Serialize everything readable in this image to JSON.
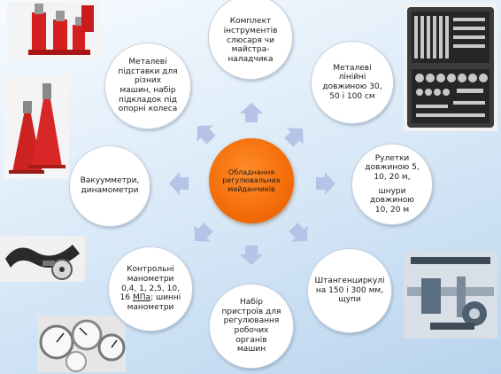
{
  "center": {
    "label": "Обладнання регулювальних майданчиків",
    "color": "#f36d0a"
  },
  "arrow_color": "#b4c3e6",
  "nodes": [
    {
      "id": "top",
      "label": "Комплект інструментів слюсаря чи майстра-наладчика"
    },
    {
      "id": "top-right",
      "label": "Металеві лінійні довжиною 30, 50 і 100 см"
    },
    {
      "id": "right",
      "label_line1": "Рулетки довжиною 5, 10, 20 м,",
      "label_line2": "шнури довжиною 10, 20 м"
    },
    {
      "id": "bottom-right",
      "label": "Штангенциркулі на 150 і 300 мм, щупи"
    },
    {
      "id": "bottom",
      "label": "Набір пристроїв для регулювання робочих органів машин"
    },
    {
      "id": "bottom-left",
      "label_main": "Контрольні манометри 0,4, 1, 2,5, 10, 16",
      "label_unit": "МПа",
      "label_tail": "; шинні манометри"
    },
    {
      "id": "left",
      "label": "Вакуумметри, динамометри"
    },
    {
      "id": "top-left",
      "label": "Металеві підставки для різних машин, набір підкладок під опорні колеса"
    }
  ],
  "photos": [
    {
      "name": "hydraulic-jacks-photo",
      "color": "#d62020"
    },
    {
      "name": "toolbox-photo",
      "color": "#4a4a4a"
    },
    {
      "name": "jack-stands-photo",
      "color": "#cc2222"
    },
    {
      "name": "tape-measures-photo",
      "color": "#c8c8c8"
    },
    {
      "name": "dial-gauge-photo",
      "color": "#3c3c3c"
    },
    {
      "name": "calipers-photo",
      "color": "#5a6e82"
    },
    {
      "name": "manometers-photo",
      "color": "#8c8c8c"
    }
  ]
}
